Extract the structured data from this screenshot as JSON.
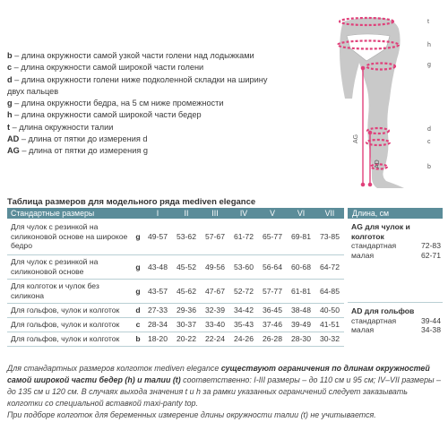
{
  "legend": [
    {
      "key": "b",
      "text": " – длина окружности самой узкой части голени над лодыжками"
    },
    {
      "key": "c",
      "text": " – длина окружности самой широкой части голени"
    },
    {
      "key": "d",
      "text": " – длина окружности голени ниже подколенной складки на ширину двух пальцев"
    },
    {
      "key": "g",
      "text": " – длина окружности бедра, на 5 см ниже промежности"
    },
    {
      "key": "h",
      "text": " – длина окружности самой широкой части бедер"
    },
    {
      "key": "t",
      "text": " – длина окружности талии"
    },
    {
      "key": "AD",
      "text": " – длина от пятки до измерения d"
    },
    {
      "key": "AG",
      "text": " – длина от пятки до измерения g"
    }
  ],
  "figure": {
    "labels": {
      "t": "t",
      "h": "h",
      "g": "g",
      "d": "d",
      "c": "c",
      "b": "b",
      "AG": "AG",
      "AD": "AD"
    },
    "accent": "#e0407a",
    "leg_color": "#c4c4c4"
  },
  "table": {
    "title": "Таблица размеров для модельного ряда mediven elegance",
    "header_color": "#5b8c99",
    "headers": [
      "Стандартные размеры",
      "",
      "I",
      "II",
      "III",
      "IV",
      "V",
      "VI",
      "VII"
    ],
    "rows": [
      {
        "name": "Для чулок с резинкой на силиконовой основе на широкое бедро",
        "m": "g",
        "v": [
          "49-57",
          "53-62",
          "57-67",
          "61-72",
          "65-77",
          "69-81",
          "73-85"
        ]
      },
      {
        "name": "Для чулок с резинкой на силиконовой основе",
        "m": "g",
        "v": [
          "43-48",
          "45-52",
          "49-56",
          "53-60",
          "56-64",
          "60-68",
          "64-72"
        ]
      },
      {
        "name": "Для колготок и чулок без силикона",
        "m": "g",
        "v": [
          "43-57",
          "45-62",
          "47-67",
          "52-72",
          "57-77",
          "61-81",
          "64-85"
        ]
      },
      {
        "name": "Для гольфов, чулок и колготок",
        "m": "d",
        "v": [
          "27-33",
          "29-36",
          "32-39",
          "34-42",
          "36-45",
          "38-48",
          "40-50"
        ]
      },
      {
        "name": "Для гольфов, чулок и колготок",
        "m": "c",
        "v": [
          "28-34",
          "30-37",
          "33-40",
          "35-43",
          "37-46",
          "39-49",
          "41-51"
        ]
      },
      {
        "name": "Для гольфов, чулок и колготок",
        "m": "b",
        "v": [
          "18-20",
          "20-22",
          "22-24",
          "24-26",
          "26-28",
          "28-30",
          "30-32"
        ]
      }
    ]
  },
  "lengths": {
    "header": "Длина, см",
    "groups": [
      {
        "title": "AG для чулок и колготок",
        "items": [
          {
            "label": "стандартная",
            "value": "72-83"
          },
          {
            "label": "малая",
            "value": "62-71"
          }
        ]
      },
      {
        "title": "AD для гольфов",
        "items": [
          {
            "label": "стандартная",
            "value": "39-44"
          },
          {
            "label": "малая",
            "value": "34-38"
          }
        ]
      }
    ]
  },
  "notes": {
    "p1_a": "Для стандартных размеров колготок mediven elegance ",
    "p1_b": "существуют ограничения по длинам окружностей самой широкой части бедер (h) и талии (t)",
    "p1_c": " соответственно: I-III размеры – до 110 см и 95 см; IV–VII размеры – до 135 см и 120 см. В случаях выхода значения t и h за рамки указанных ограничений следует заказывать колготки со специальной вставкой maxi-panty top.",
    "p2": "При подборе колготок для беременных измерение длины окружности талии (t) не учитывается."
  }
}
